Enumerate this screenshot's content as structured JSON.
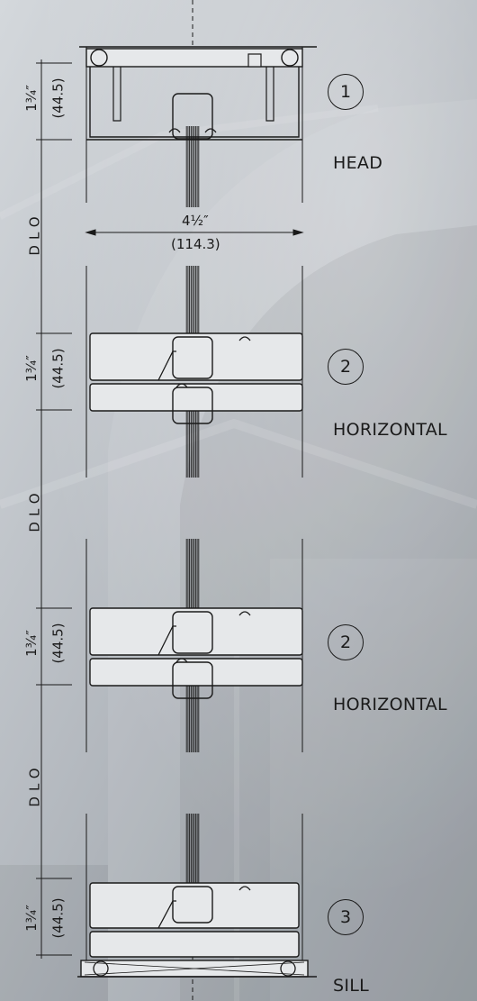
{
  "details": [
    {
      "number": "1",
      "label": "HEAD"
    },
    {
      "number": "2",
      "label": "HORIZONTAL"
    },
    {
      "number": "2",
      "label": "HORIZONTAL"
    },
    {
      "number": "3",
      "label": "SILL"
    }
  ],
  "dimensions": {
    "width_imperial": "4½″",
    "width_metric": "(114.3)",
    "height_imperial": "1¾″",
    "height_metric": "(44.5)",
    "dlo": "DLO"
  },
  "colors": {
    "background": "#b9bec3",
    "line": "#1a1a1a",
    "profile_fill": "#e6e8ea"
  }
}
